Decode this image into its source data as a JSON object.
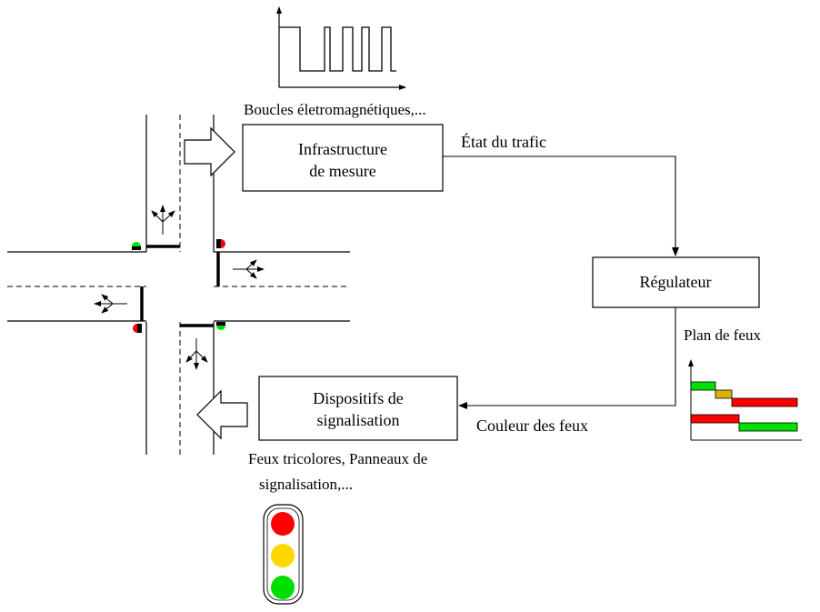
{
  "labels": {
    "sensors_caption": "Boucles életromagnétiques,...",
    "measure_box_line1": "Infrastructure",
    "measure_box_line2": "de mesure",
    "traffic_state": "État du trafic",
    "controller_box": "Régulateur",
    "signal_plan": "Plan de feux",
    "signal_box_line1": "Dispositifs de",
    "signal_box_line2": "signalisation",
    "light_colors": "Couleur des feux",
    "devices_caption_line1": "Feux tricolores, Panneaux de",
    "devices_caption_line2": "signalisation,..."
  },
  "colors": {
    "red": "#ff0000",
    "yellow": "#ffd700",
    "green": "#00e000",
    "plan_orange": "#e0b000"
  }
}
